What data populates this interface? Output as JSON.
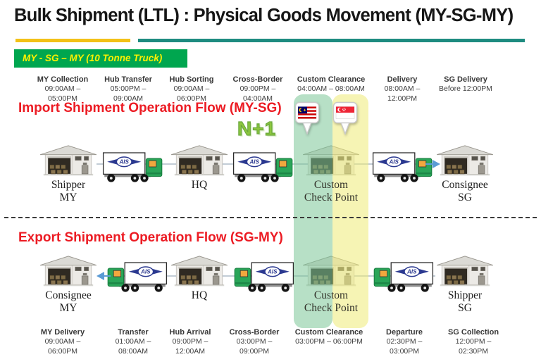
{
  "title": "Bulk Shipment (LTL) : Physical Goods Movement (MY-SG-MY)",
  "banner": "MY - SG – MY (10 Tonne Truck)",
  "truck_logo": "AIS",
  "flags": {
    "left": "Malaysia",
    "right": "Singapore"
  },
  "import_section": {
    "heading": "Import Shipment Operation Flow (MY-SG)",
    "annotation": "N+1",
    "stages": [
      {
        "name": "MY Collection",
        "time1": "09:00AM –",
        "time2": "05:00PM"
      },
      {
        "name": "Hub Transfer",
        "time1": "05:00PM –",
        "time2": "09:00AM"
      },
      {
        "name": "Hub Sorting",
        "time1": "09:00AM –",
        "time2": "06:00PM"
      },
      {
        "name": "Cross-Border",
        "time1": "09:00PM –",
        "time2": "04:00AM"
      },
      {
        "name": "Custom Clearance",
        "time1": "04:00AM – 08:00AM",
        "time2": ""
      },
      {
        "name": "Delivery",
        "time1": "08:00AM –",
        "time2": "12:00PM"
      },
      {
        "name": "SG Delivery",
        "time1": "Before 12:00PM",
        "time2": ""
      }
    ],
    "nodes": [
      {
        "line1": "Shipper",
        "line2": "MY"
      },
      {
        "line1": "HQ",
        "line2": ""
      },
      {
        "line1": "Custom",
        "line2": "Check Point"
      },
      {
        "line1": "Consignee",
        "line2": "SG"
      }
    ]
  },
  "export_section": {
    "heading": "Export Shipment Operation Flow (SG-MY)",
    "stages": [
      {
        "name": "MY Delivery",
        "time1": "09:00AM –",
        "time2": "06:00PM"
      },
      {
        "name": "Transfer",
        "time1": "01:00AM –",
        "time2": "08:00AM"
      },
      {
        "name": "Hub Arrival",
        "time1": "09:00PM –",
        "time2": "12:00AM"
      },
      {
        "name": "Cross-Border",
        "time1": "03:00PM –",
        "time2": "09:00PM"
      },
      {
        "name": "Custom Clearance",
        "time1": "03:00PM – 06:00PM",
        "time2": ""
      },
      {
        "name": "Departure",
        "time1": "02:30PM –",
        "time2": "03:00PM"
      },
      {
        "name": "SG Collection",
        "time1": "12:00PM –",
        "time2": "02:30PM"
      }
    ],
    "nodes": [
      {
        "line1": "Consignee",
        "line2": "MY"
      },
      {
        "line1": "HQ",
        "line2": ""
      },
      {
        "line1": "Custom",
        "line2": "Check Point"
      },
      {
        "line1": "Shipper",
        "line2": "SG"
      }
    ]
  },
  "colors": {
    "banner_green": "#00A64F",
    "underline_yellow": "#F3C117",
    "underline_teal": "#1E8B80",
    "heading_red": "#EC1B23",
    "band_green": "#7CC798",
    "band_yellow": "#EEEB76",
    "arrow_blue": "#5B9BD5",
    "annotation_green": "#8DC63F",
    "truck_logo_blue": "#2B3990"
  }
}
